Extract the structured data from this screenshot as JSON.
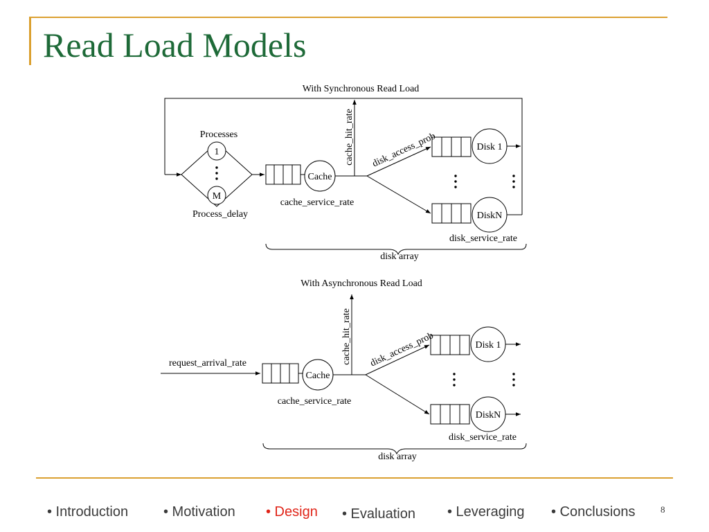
{
  "slide": {
    "title": "Read Load Models",
    "page_number": "8"
  },
  "colors": {
    "accent": "#dba030",
    "title": "#1e6a38",
    "nav_active": "#e02418",
    "nav_text": "#3a3a3a"
  },
  "sync_model": {
    "heading": "With Synchronous Read Load",
    "processes_label": "Processes",
    "process_first": "1",
    "process_last": "M",
    "process_delay": "Process_delay",
    "cache_label": "Cache",
    "cache_service_rate": "cache_service_rate",
    "cache_hit_rate": "cache_hit_rate",
    "disk_access_prob": "disk_access_prob",
    "disk_first": "Disk 1",
    "disk_last": "DiskN",
    "disk_service_rate": "disk_service_rate",
    "disk_array": "disk array"
  },
  "async_model": {
    "heading": "With Asynchronous Read Load",
    "request_arrival_rate": "request_arrival_rate",
    "cache_label": "Cache",
    "cache_service_rate": "cache_service_rate",
    "cache_hit_rate": "cache_hit_rate",
    "disk_access_prob": "disk_access_prob",
    "disk_first": "Disk 1",
    "disk_last": "DiskN",
    "disk_service_rate": "disk_service_rate",
    "disk_array": "disk array"
  },
  "nav": [
    {
      "label": "• Introduction",
      "active": false
    },
    {
      "label": "• Motivation",
      "active": false
    },
    {
      "label": "• Design",
      "active": true
    },
    {
      "label": "• Evaluation",
      "active": false
    },
    {
      "label": "• Leveraging",
      "active": false
    },
    {
      "label": "• Conclusions",
      "active": false
    }
  ]
}
